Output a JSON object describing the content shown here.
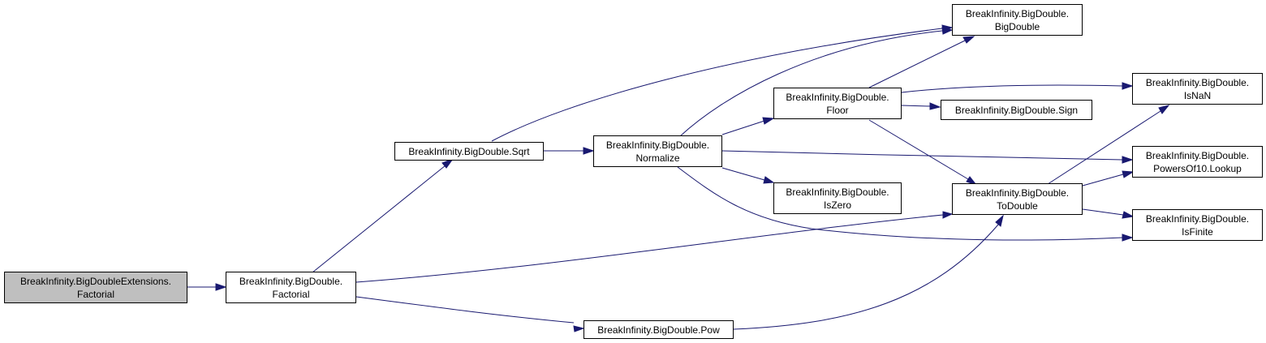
{
  "colors": {
    "edge": "#191970",
    "root_fill": "#bfbfbf",
    "node_fill": "#ffffff",
    "border": "#000000"
  },
  "nodes": {
    "ext_factorial": {
      "line1": "BreakInfinity.BigDoubleExtensions.",
      "line2": "Factorial"
    },
    "factorial": {
      "line1": "BreakInfinity.BigDouble.",
      "line2": "Factorial"
    },
    "sqrt": {
      "line1": "BreakInfinity.BigDouble.Sqrt"
    },
    "pow": {
      "line1": "BreakInfinity.BigDouble.Pow"
    },
    "normalize": {
      "line1": "BreakInfinity.BigDouble.",
      "line2": "Normalize"
    },
    "bigdouble": {
      "line1": "BreakInfinity.BigDouble.",
      "line2": "BigDouble"
    },
    "floor": {
      "line1": "BreakInfinity.BigDouble.",
      "line2": "Floor"
    },
    "iszero": {
      "line1": "BreakInfinity.BigDouble.",
      "line2": "IsZero"
    },
    "sign": {
      "line1": "BreakInfinity.BigDouble.Sign"
    },
    "todouble": {
      "line1": "BreakInfinity.BigDouble.",
      "line2": "ToDouble"
    },
    "isnan": {
      "line1": "BreakInfinity.BigDouble.",
      "line2": "IsNaN"
    },
    "powersof10": {
      "line1": "BreakInfinity.BigDouble.",
      "line2": "PowersOf10.Lookup"
    },
    "isfinite": {
      "line1": "BreakInfinity.BigDouble.",
      "line2": "IsFinite"
    }
  },
  "edges": [
    [
      "ext_factorial",
      "factorial"
    ],
    [
      "factorial",
      "sqrt"
    ],
    [
      "factorial",
      "todouble"
    ],
    [
      "factorial",
      "pow"
    ],
    [
      "sqrt",
      "bigdouble"
    ],
    [
      "sqrt",
      "normalize"
    ],
    [
      "normalize",
      "bigdouble"
    ],
    [
      "normalize",
      "floor"
    ],
    [
      "normalize",
      "powersof10"
    ],
    [
      "normalize",
      "iszero"
    ],
    [
      "normalize",
      "isfinite"
    ],
    [
      "floor",
      "bigdouble"
    ],
    [
      "floor",
      "isnan"
    ],
    [
      "floor",
      "sign"
    ],
    [
      "floor",
      "todouble"
    ],
    [
      "todouble",
      "isnan"
    ],
    [
      "todouble",
      "powersof10"
    ],
    [
      "todouble",
      "isfinite"
    ],
    [
      "pow",
      "todouble"
    ]
  ]
}
